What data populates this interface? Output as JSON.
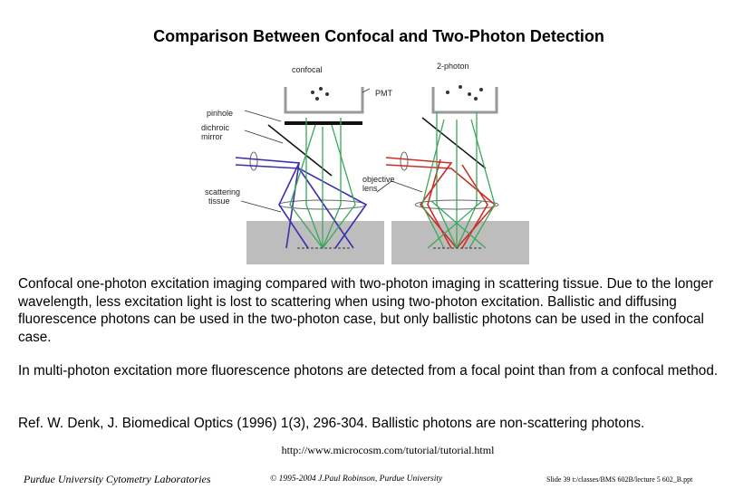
{
  "slide": {
    "title": "Comparison Between Confocal and Two-Photon Detection",
    "figure": {
      "label_confocal": "confocal",
      "label_2photon": "2-photon",
      "label_pmt": "PMT",
      "label_pinhole": "pinhole",
      "label_dichroic_1": "dichroic",
      "label_dichroic_2": "mirror",
      "label_scattering_1": "scattering",
      "label_scattering_2": "tissue",
      "label_objective_1": "objective",
      "label_objective_2": "lens"
    },
    "paragraph_1": "Confocal one-photon excitation imaging compared with two-photon imaging in scattering tissue.  Due to the longer wavelength, less excitation light is lost to scattering when using two-photon excitation.  Ballistic and diffusing fluorescence photons can be used in the two-photon case, but only ballistic photons can be used in the confocal case.",
    "paragraph_2": "In multi-photon excitation more fluorescence photons are detected from a focal point than from a confocal method.",
    "paragraph_3": "Ref. W. Denk, J. Biomedical Optics (1996) 1(3), 296-304.  Ballistic photons are non-scattering photons.",
    "url": "http://www.microcosm.com/tutorial/tutorial.html"
  },
  "footer": {
    "left": "Purdue University Cytometry Laboratories",
    "middle": "© 1995-2004 J.Paul Robinson, Purdue University",
    "right": "Slide 39  t:/classes/BMS 602B/lecture 5 602_B.ppt"
  },
  "colors": {
    "blue_excitation": "#3a2fb0",
    "green_emission": "#3aa85a",
    "red_excitation": "#c8302a",
    "tissue_gray": "#bdbdbd"
  }
}
